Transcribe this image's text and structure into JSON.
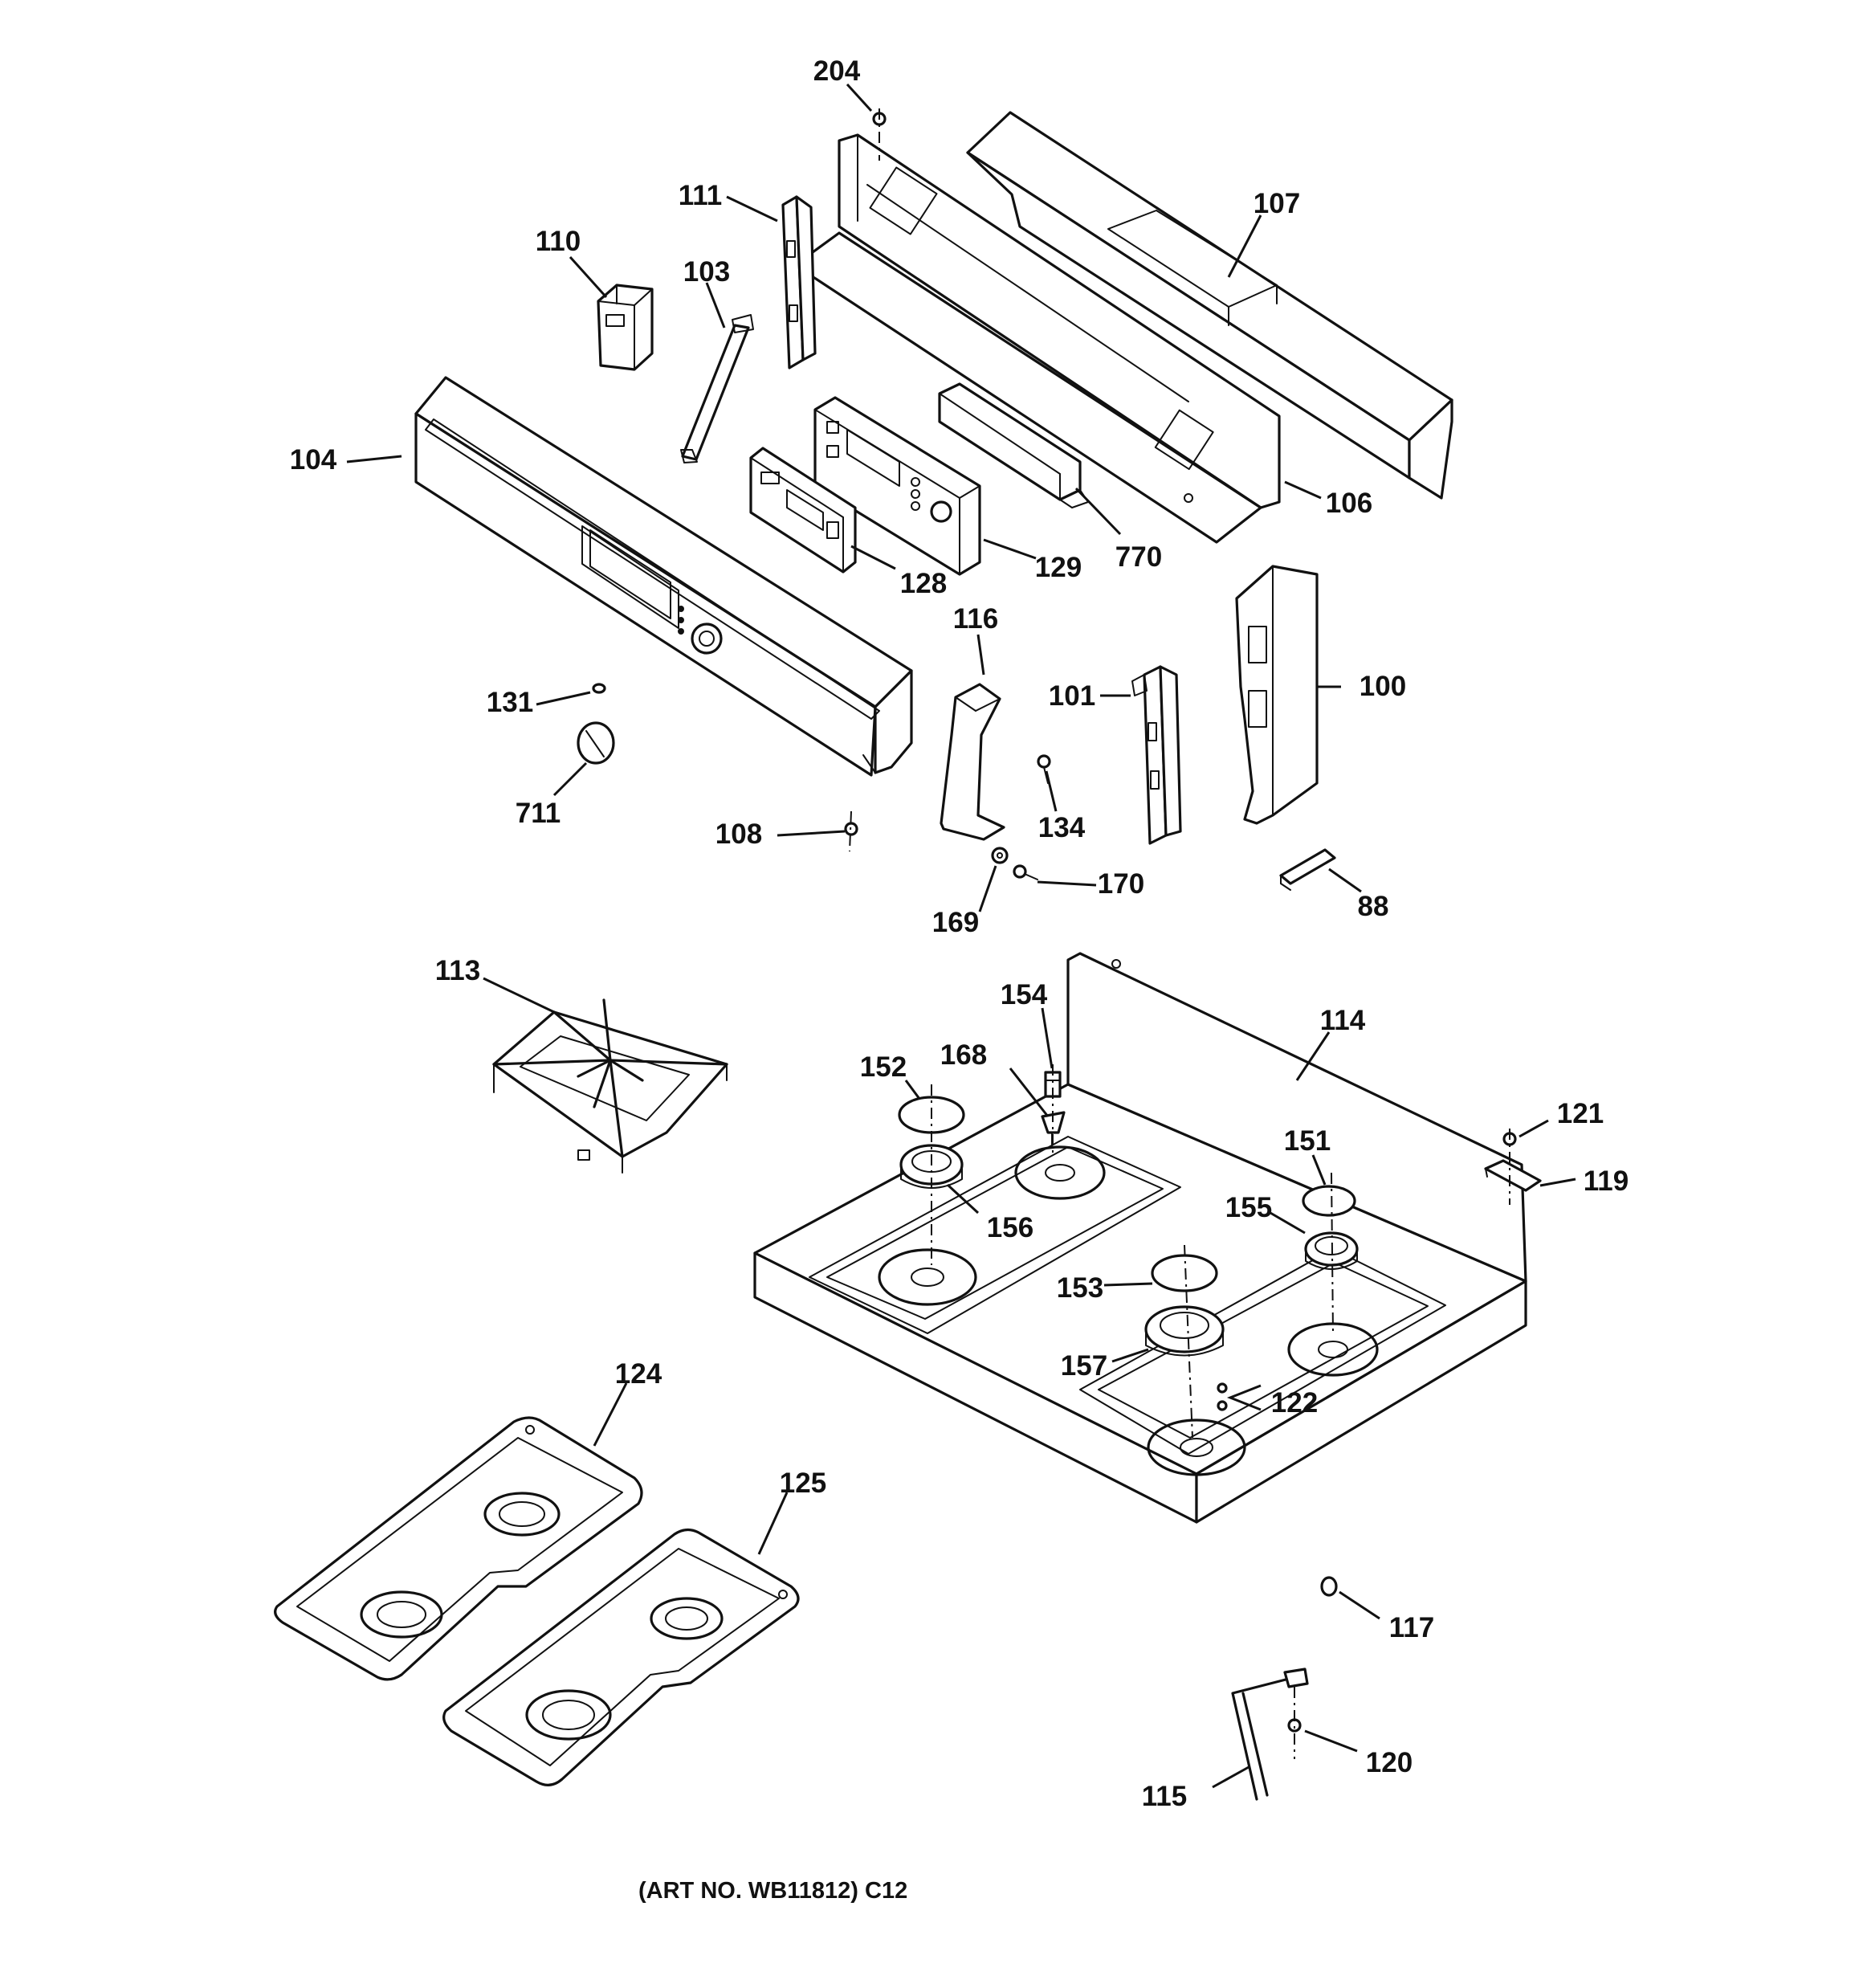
{
  "diagram": {
    "caption": "(ART NO. WB11812) C12",
    "callouts": [
      "204",
      "107",
      "111",
      "110",
      "103",
      "104",
      "106",
      "770",
      "129",
      "128",
      "116",
      "100",
      "101",
      "131",
      "711",
      "134",
      "108",
      "170",
      "169",
      "88",
      "113",
      "114",
      "154",
      "152",
      "168",
      "121",
      "151",
      "119",
      "156",
      "155",
      "153",
      "157",
      "122",
      "124",
      "125",
      "117",
      "120",
      "115"
    ]
  }
}
